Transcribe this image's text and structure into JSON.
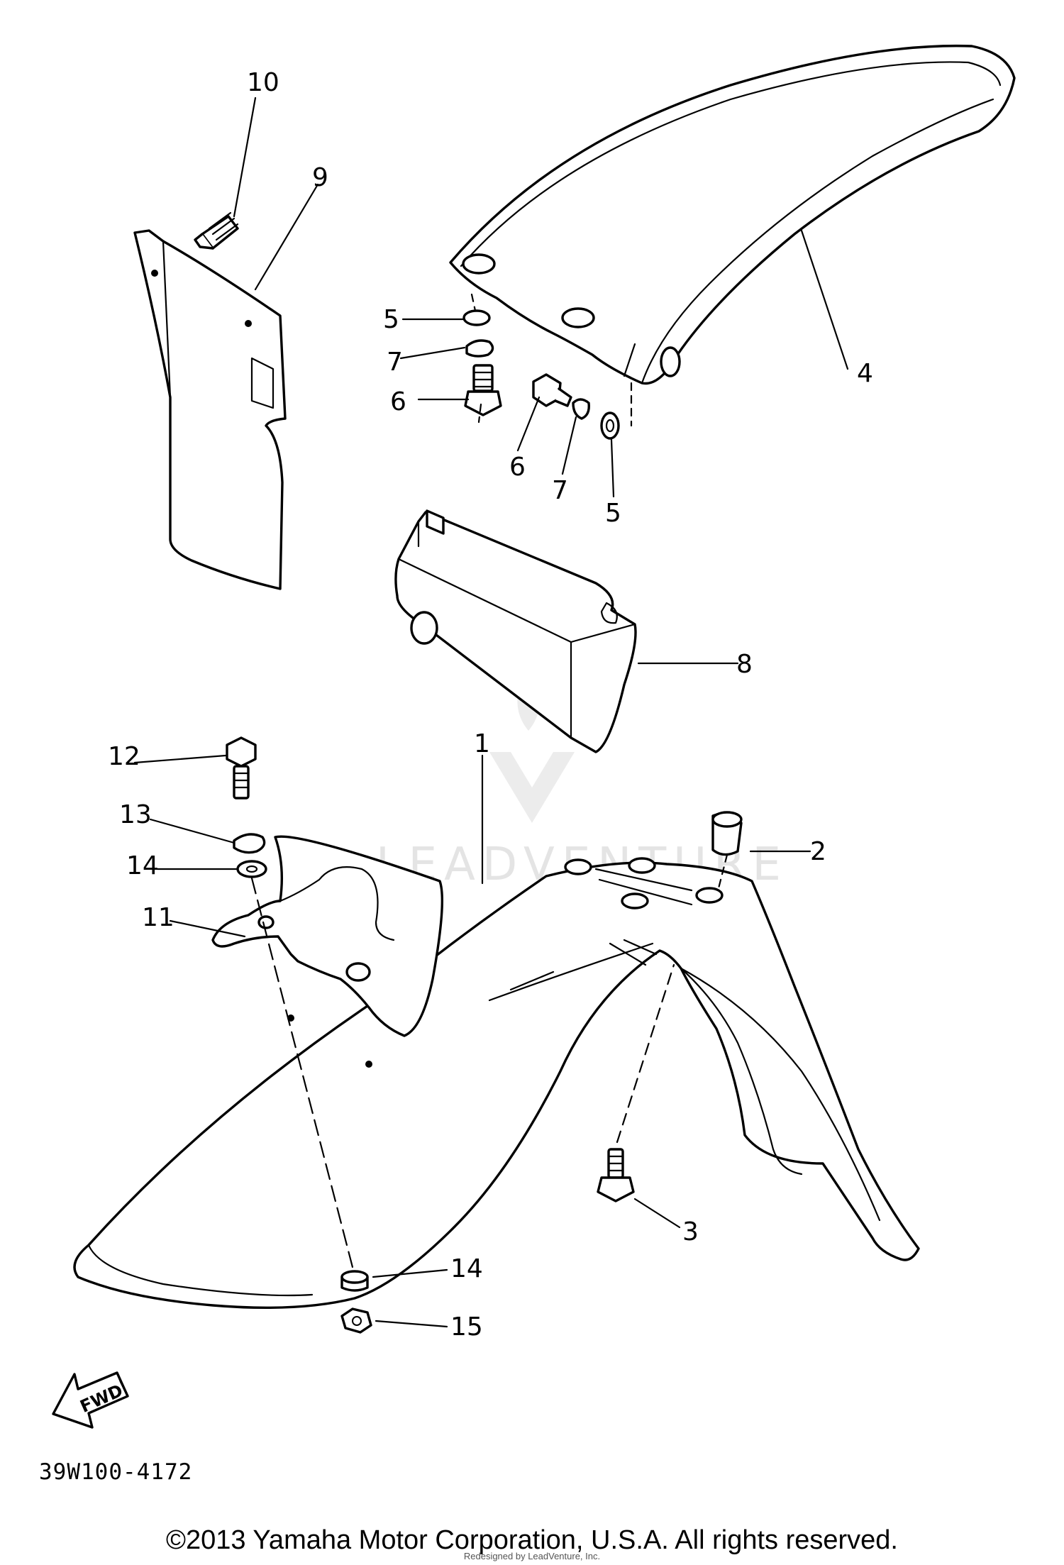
{
  "callouts": {
    "c1": "1",
    "c2": "2",
    "c3": "3",
    "c4": "4",
    "c5a": "5",
    "c5b": "5",
    "c6a": "6",
    "c6b": "6",
    "c7a": "7",
    "c7b": "7",
    "c8": "8",
    "c9": "9",
    "c10": "10",
    "c11": "11",
    "c12": "12",
    "c13": "13",
    "c14a": "14",
    "c14b": "14",
    "c15": "15"
  },
  "fwd_label": "FWD",
  "diagram_code": "39W100-4172",
  "watermark_text": "LEADVENTURE",
  "copyright": "©2013 Yamaha Motor Corporation, U.S.A. All rights reserved.",
  "redesigned_by": "Redesigned by LeadVenture, Inc."
}
